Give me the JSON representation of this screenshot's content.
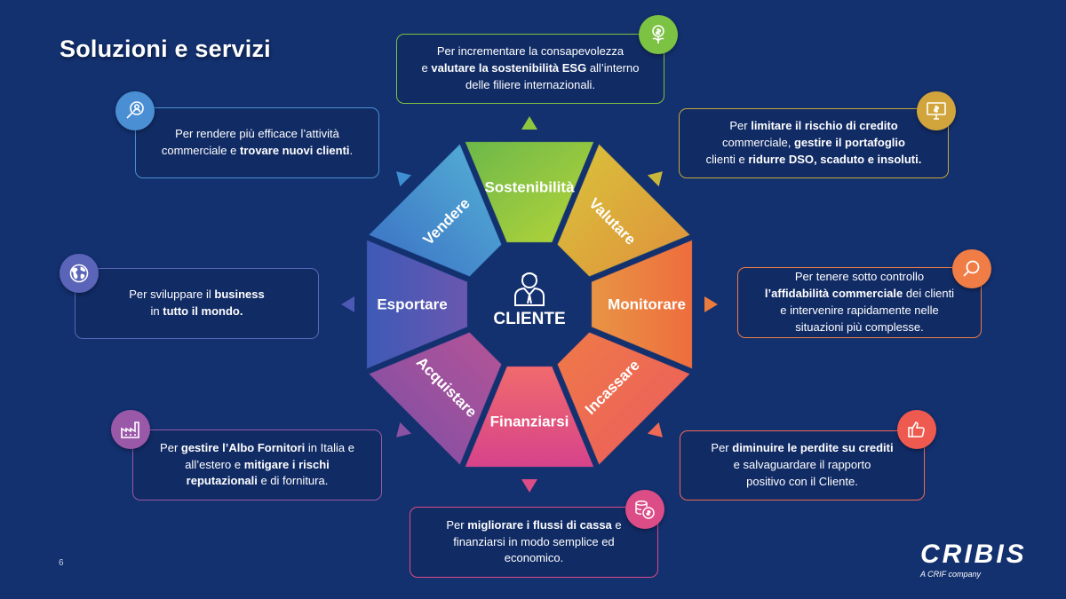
{
  "title": "Soluzioni e servizi",
  "page_number": "6",
  "logo": {
    "brand": "CRIBIS",
    "tagline": "A CRIF company"
  },
  "center": {
    "label": "CLIENTE",
    "icon": "user-icon"
  },
  "segments": [
    {
      "label": "Sostenibilità",
      "color": "#8ec63f"
    },
    {
      "label": "Valutare",
      "color": "#c9b73a"
    },
    {
      "label": "Monitorare",
      "color": "#ec7b3e"
    },
    {
      "label": "Incassare",
      "color": "#ee6a55"
    },
    {
      "label": "Finanziarsi",
      "color": "#dc4c86"
    },
    {
      "label": "Acquistare",
      "color": "#8b52a4"
    },
    {
      "label": "Esportare",
      "color": "#4d58b3"
    },
    {
      "label": "Vendere",
      "color": "#3d8fd1"
    }
  ],
  "boxes": {
    "sostenibilita": {
      "line1_a": "Per incrementare la consapevolezza",
      "line2_a": "e ",
      "line2_b": "valutare la sostenibilità ESG",
      "line2_c": " all’interno",
      "line3_a": "delle filiere internazionali.",
      "border": "#7cc243",
      "icon": "money-plant-icon",
      "icon_color": "#7cc243"
    },
    "valutare": {
      "line1_a": "Per ",
      "line1_b": "limitare il rischio di credito",
      "line2_a": "commerciale, ",
      "line2_b": "gestire il portafoglio",
      "line3_a": "clienti e ",
      "line3_b": "ridurre DSO, scaduto e insoluti.",
      "border": "#c9a73a",
      "icon": "monitor-dollar-icon",
      "icon_color": "#d2a53c"
    },
    "monitorare": {
      "line1_a": "Per tenere sotto controllo",
      "line2_a": "l’affidabilità commerciale",
      "line2_b": " dei clienti",
      "line3_a": "e intervenire rapidamente nelle",
      "line4_a": "situazioni più complesse.",
      "border": "#ef7d45",
      "icon": "magnifier-icon",
      "icon_color": "#ef7d45"
    },
    "incassare": {
      "line1_a": "Per ",
      "line1_b": "diminuire le perdite su crediti",
      "line2_a": "e salvaguardare il rapporto",
      "line3_a": "positivo con il Cliente.",
      "border": "#ee6a55",
      "icon": "thumbs-up-icon",
      "icon_color": "#ee5a4f"
    },
    "finanziarsi": {
      "line1_a": "Per ",
      "line1_b": "migliorare i flussi di cassa",
      "line1_c": " e",
      "line2_a": "finanziarsi in modo semplice ed",
      "line3_a": "economico.",
      "border": "#dc4c86",
      "icon": "coins-icon",
      "icon_color": "#dc4c86"
    },
    "acquistare": {
      "line1_a": "Per ",
      "line1_b": "gestire l’Albo Fornitori",
      "line1_c": " in Italia e",
      "line2_a": "all’estero e ",
      "line2_b": "mitigare i rischi",
      "line3_a": "reputazionali",
      "line3_b": " e di fornitura.",
      "border": "#9a58a8",
      "icon": "factory-icon",
      "icon_color": "#9a58a8"
    },
    "esportare": {
      "line1_a": "Per sviluppare il ",
      "line1_b": "business",
      "line2_a": "in ",
      "line2_b": "tutto il mondo.",
      "border": "#5a68b8",
      "icon": "globe-icon",
      "icon_color": "#5a64b8"
    },
    "vendere": {
      "line1_a": "Per rendere più efficace l’attività",
      "line2_a": "commerciale e ",
      "line2_b": "trovare nuovi clienti",
      "line2_c": ".",
      "border": "#4a90d0",
      "icon": "search-user-icon",
      "icon_color": "#4a8fd4"
    }
  }
}
